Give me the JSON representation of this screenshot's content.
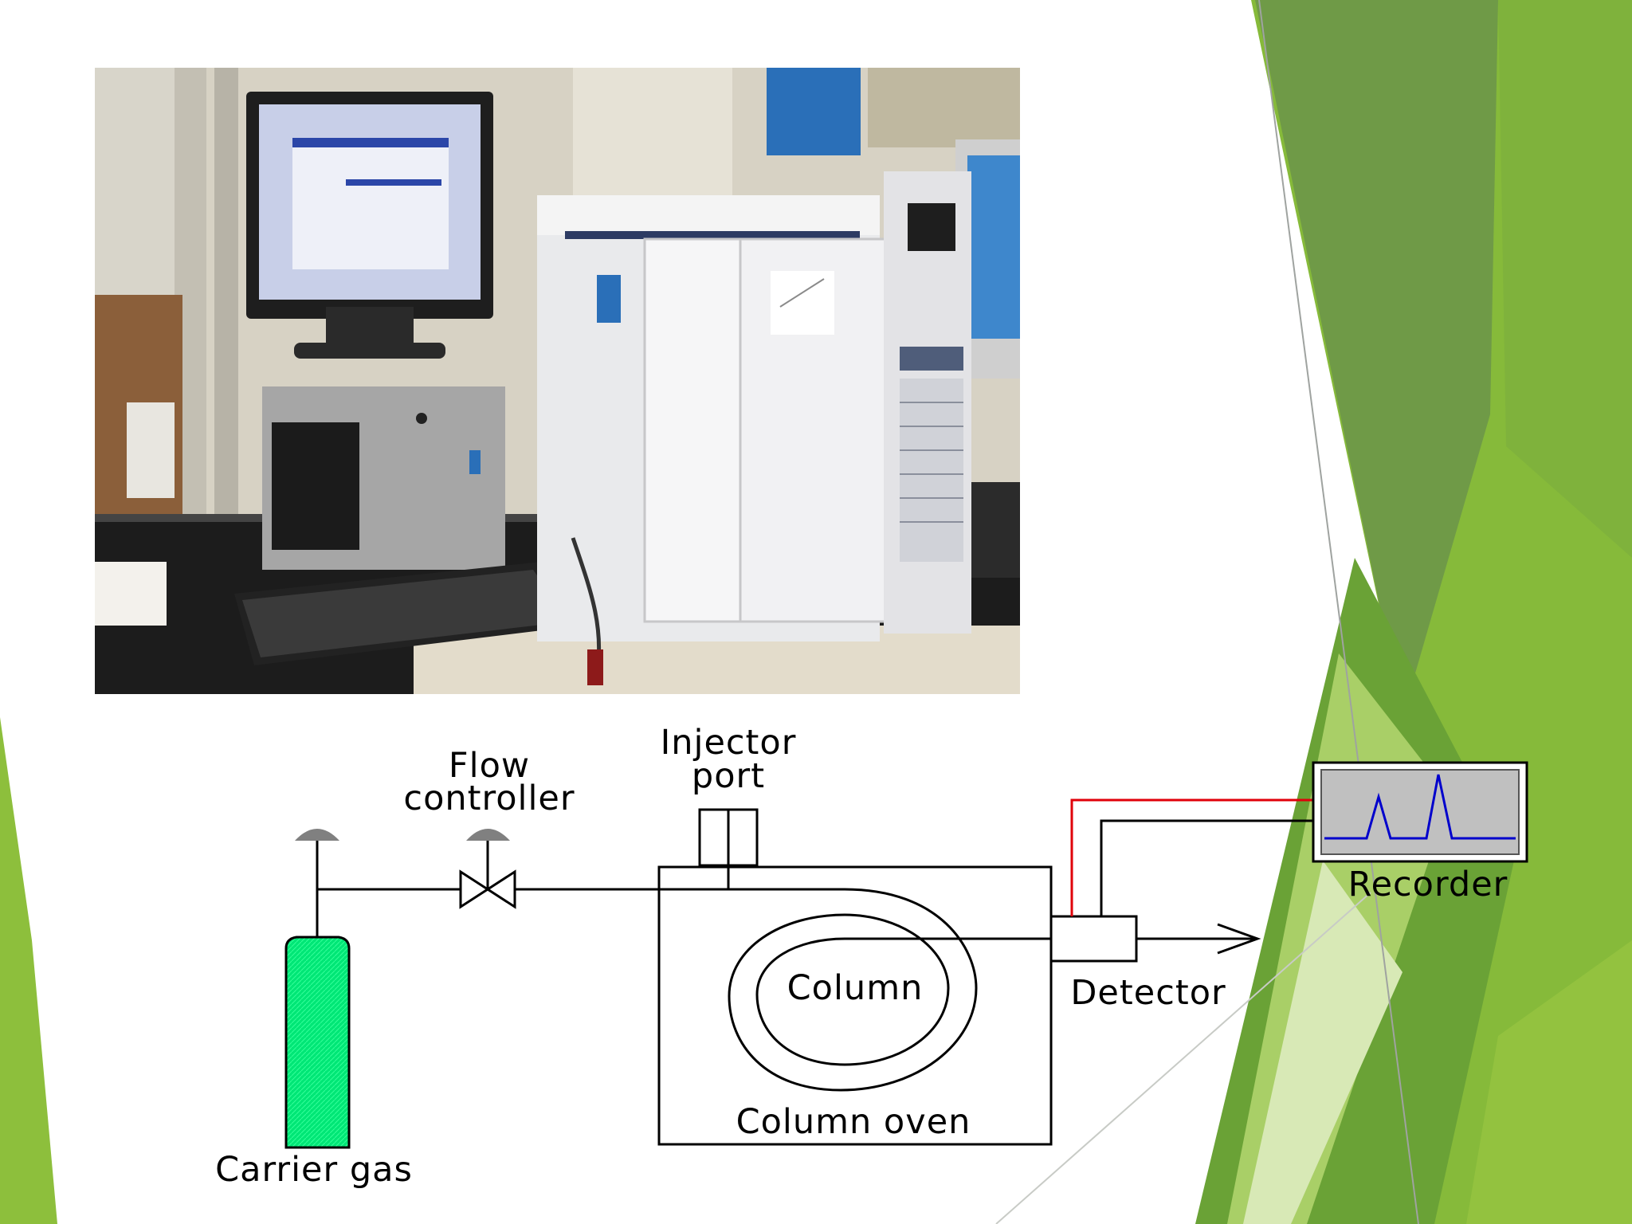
{
  "theme": {
    "accent_green": "#8cbd3a",
    "dark_green": "#6a9a2e",
    "light_green": "#c4dc8c",
    "cylinder_color": "#00e676",
    "signal_wire_color": "#e0000a",
    "trace_color": "#0000cc"
  },
  "diagram": {
    "labels": {
      "flow": "Flow",
      "controller": "controller",
      "injector": "Injector",
      "port": "port",
      "recorder": "Recorder",
      "column": "Column",
      "detector": "Detector",
      "column_oven": "Column oven",
      "carrier_gas": "Carrier gas"
    }
  }
}
